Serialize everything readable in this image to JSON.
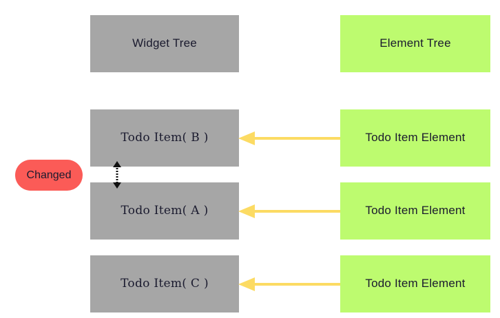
{
  "diagram": {
    "title_columns": {
      "widget_tree": "Widget Tree",
      "element_tree": "Element Tree"
    },
    "widget_nodes": [
      {
        "id": "b",
        "label": "Todo Item( B )"
      },
      {
        "id": "a",
        "label": "Todo Item( A )"
      },
      {
        "id": "c",
        "label": "Todo Item( C )"
      }
    ],
    "element_nodes": [
      {
        "id": "b",
        "label": "Todo Item Element"
      },
      {
        "id": "a",
        "label": "Todo Item Element"
      },
      {
        "id": "c",
        "label": "Todo Item Element"
      }
    ],
    "annotations": {
      "changed_badge": "Changed",
      "swap_arrow": "double-headed-dotted-arrow"
    },
    "colors": {
      "widget_box": "#a6a6a6",
      "element_box": "#bdfb6f",
      "arrow": "#fcdb63",
      "badge": "#fb5b57",
      "text": "#1a1a2e",
      "background": "#ffffff"
    }
  }
}
